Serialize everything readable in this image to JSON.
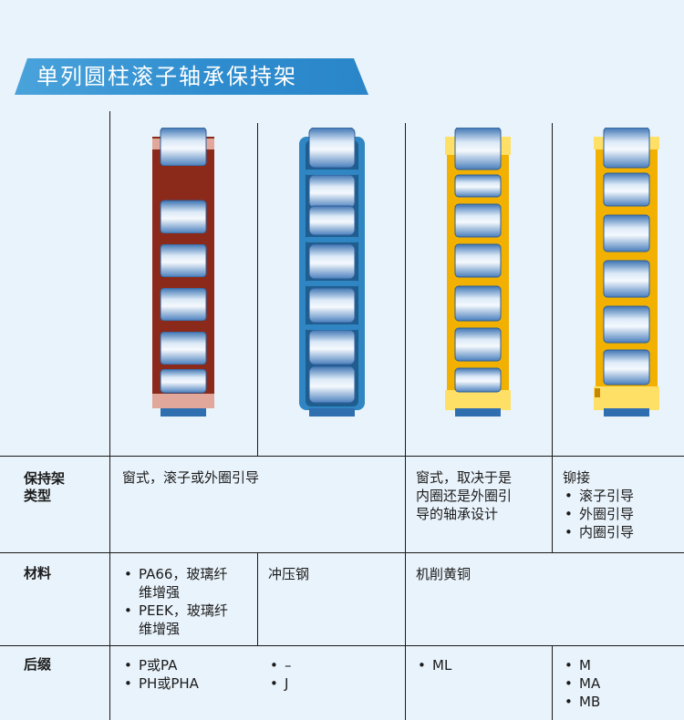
{
  "title": "单列圆柱滚子轴承保持架",
  "colors": {
    "background": "#e9f3fb",
    "banner": "#2f8dcf",
    "cage_pa66": "#8b2a1a",
    "cage_pa66_end": "#e0a79a",
    "cage_steel": "#2f86c2",
    "cage_brass": "#f2b100",
    "cage_brass_end": "#ffe067",
    "roller": "#9fc3e6"
  },
  "illustrations": [
    {
      "name": "pa66-window-cage",
      "color": "#8b2a1a"
    },
    {
      "name": "pressed-steel-cage",
      "color": "#2f86c2"
    },
    {
      "name": "machined-brass-window-cage",
      "color": "#f2b100"
    },
    {
      "name": "riveted-brass-cage",
      "color": "#f2b100"
    }
  ],
  "rows": {
    "cage_type": {
      "label_line1": "保持架",
      "label_line2": "类型",
      "col1": "窗式，滚子或外圈引导",
      "col3_lines": [
        "窗式，取决于是",
        "内圈还是外圈引",
        "导的轴承设计"
      ],
      "col4_title": "铆接",
      "col4_items": [
        "滚子引导",
        "外圈引导",
        "内圈引导"
      ]
    },
    "material": {
      "label": "材料",
      "col1_items": [
        {
          "line1": "PA66，玻璃纤",
          "line2": "维增强"
        },
        {
          "line1": "PEEK，玻璃纤",
          "line2": "维增强"
        }
      ],
      "col2": "冲压钢",
      "col3": "机削黄铜"
    },
    "suffix": {
      "label": "后缀",
      "col1_items": [
        "P或PA",
        "PH或PHA"
      ],
      "col2_items": [
        "–",
        "J"
      ],
      "col3_items": [
        "ML"
      ],
      "col4_items": [
        "M",
        "MA",
        "MB"
      ]
    }
  }
}
